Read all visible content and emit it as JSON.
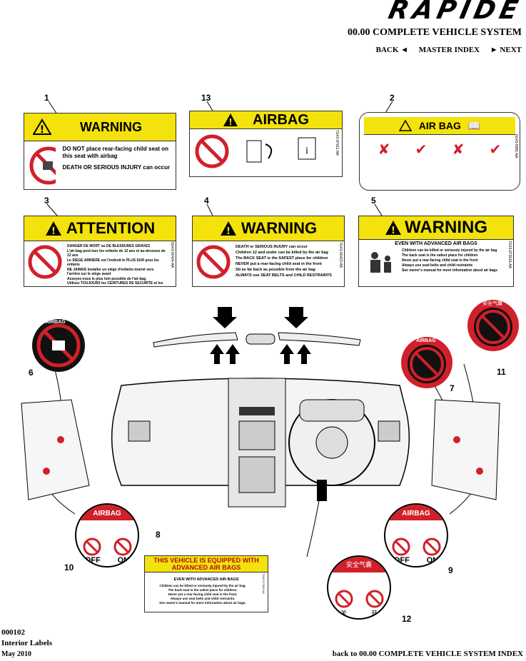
{
  "header": {
    "brand": "RAPIDE",
    "system_title": "00.00 COMPLETE VEHICLE SYSTEM",
    "nav": {
      "back": "BACK ◄",
      "master": "MASTER INDEX",
      "next": "► NEXT"
    }
  },
  "labels": {
    "l1": {
      "num": "1",
      "title": "WARNING",
      "line1": "DO NOT place rear-facing child seat on this seat with airbag",
      "line2": "DEATH OR SERIOUS INJURY can occur"
    },
    "l13": {
      "num": "13",
      "title": "AIRBAG",
      "code": "7G43-97611-AA"
    },
    "l2": {
      "num": "2",
      "title": "AIR BAG",
      "code": "6G43-5881-AA"
    },
    "l3": {
      "num": "3",
      "title": "ATTENTION",
      "code": "6G43-90424-AA",
      "heading": "DANGER DE MORT ou DE BLESSURES GRAVES",
      "lines": [
        "L'air-bag peut tuer les enfants de 12 ans et au-dessous de 12 ans",
        "Le SIEGE ARRIERE est l'endroit le PLUS SUR pour les enfants",
        "NE JAMAIS installer un siège d'enfants tourné vers l'arrière sur le siège avant",
        "Asseyez-vous le plus loin possible de l'air-bag",
        "Utilisez TOUJOURS les CEINTURES DE SECURITE et les HARNAIS DE SECURITE POUR ENFANTS"
      ]
    },
    "l4": {
      "num": "4",
      "title": "WARNING",
      "code": "7G43-90423-AA",
      "heading": "DEATH or SERIOUS INJURY can occur",
      "lines": [
        "Children 12 and under can be killed by the air bag",
        "The BACK SEAT is the SAFEST place for children",
        "NEVER put a rear-facing child seat in the front",
        "Sit as far back as possible from the air bag",
        "ALWAYS use SEAT BELTS and CHILD RESTRAINTS"
      ]
    },
    "l5": {
      "num": "5",
      "title": "WARNING",
      "code": "7G43-973619-AA",
      "heading": "EVEN WITH ADVANCED AIR BAGS",
      "lines": [
        "Children can be killed or seriously injured by the air bag",
        "The back seat is the safest place for children",
        "Never put a rear-facing child seat in the front",
        "Always use seat belts and child restraints",
        "See owner's manual for more information about air bags"
      ]
    },
    "l6": {
      "num": "6",
      "text": "AIRBAG"
    },
    "l7": {
      "num": "7",
      "text": "AIRBAG"
    },
    "l11": {
      "num": "11",
      "text": "安全气囊"
    },
    "l8": {
      "num": "8",
      "title": "THIS VEHICLE IS EQUIPPED WITH ADVANCED AIR BAGS",
      "code": "7G43-97615-AA",
      "sub": "EVEN WITH ADVANCED AIR BAGS",
      "lines": [
        "Children can be killed or seriously injured by the air bag.",
        "The back seat is the safest place for children.",
        "Never put a rear-facing child seat in the front.",
        "Always use seat belts and child restraints.",
        "See owner's manual for more information about air bags."
      ]
    },
    "l9": {
      "num": "9",
      "text": "AIRBAG",
      "off": "OFF",
      "on": "ON"
    },
    "l10": {
      "num": "10",
      "text": "AIRBAG",
      "off": "OFF",
      "on": "ON"
    },
    "l12": {
      "num": "12",
      "text": "安全气囊",
      "off": "关",
      "on": "开"
    }
  },
  "footer": {
    "code": "000102",
    "title": "Interior Labels",
    "date": "May 2010",
    "back_link": "back to 00.00 COMPLETE VEHICLE SYSTEM INDEX"
  },
  "colors": {
    "yellow": "#f3e20c",
    "red": "#d0202a",
    "black": "#111111"
  }
}
